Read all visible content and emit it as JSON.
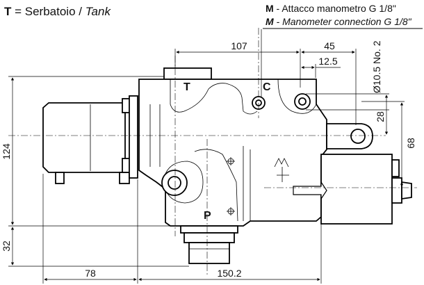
{
  "legend": {
    "t_key": "T",
    "t_eq": " = Serbatoio / ",
    "t_en": "Tank",
    "m_key": "M",
    "m_it": " - Attacco manometro G 1/8\"",
    "m_en": " - Manometer connection  G 1/8\""
  },
  "ports": {
    "t": "T",
    "c": "C",
    "p": "P"
  },
  "dimensions": {
    "d107": "107",
    "d45": "45",
    "d12_5": "12.5",
    "hole": "Ø10.5 No. 2",
    "d28": "28",
    "d68": "68",
    "d124": "124",
    "d32": "32",
    "d78": "78",
    "d150_2": "150.2"
  },
  "colors": {
    "line": "#000000",
    "background": "#ffffff"
  }
}
